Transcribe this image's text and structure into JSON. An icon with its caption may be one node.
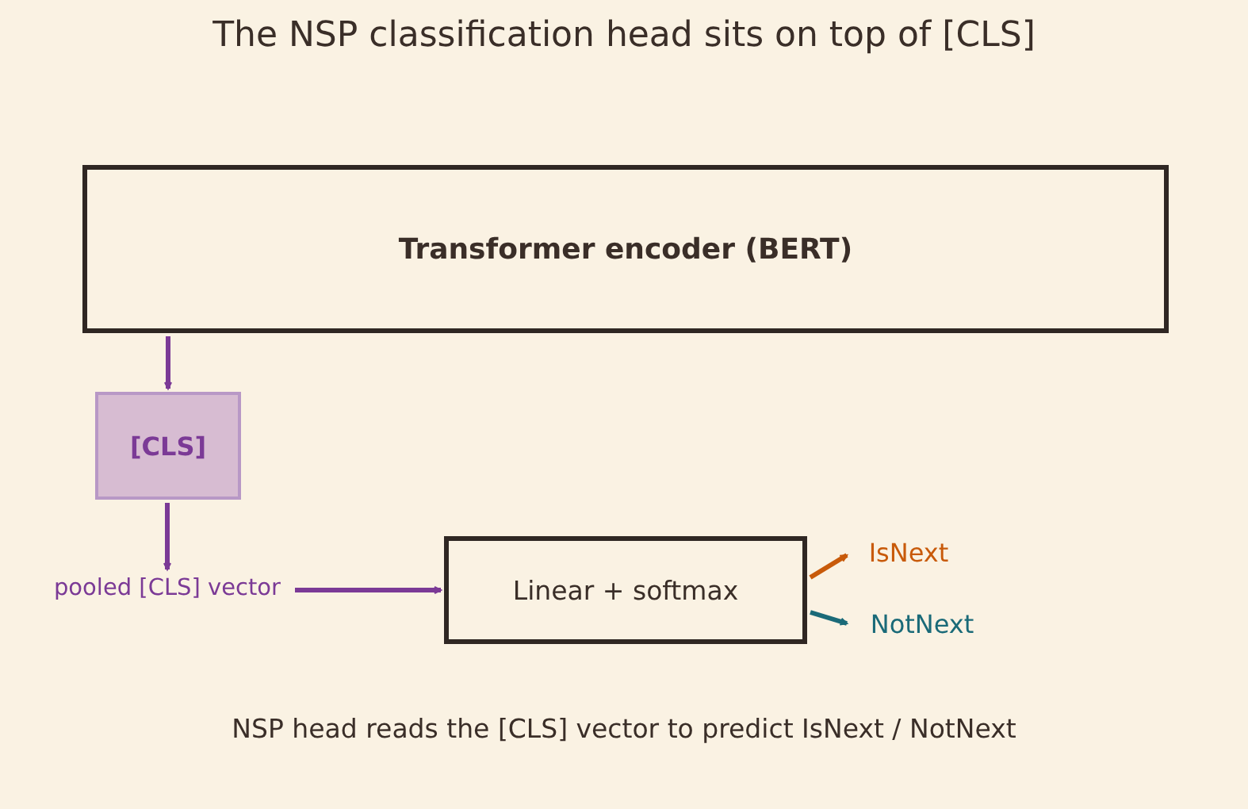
{
  "diagram": {
    "title": "The NSP classification head sits on top of [CLS]",
    "caption": "NSP head reads the [CLS] vector to predict IsNext / NotNext",
    "nodes": [
      {
        "text": [
          "Transformer encoder (BERT)"
        ]
      },
      {
        "text": [
          "[CLS]"
        ]
      },
      {
        "text": [
          "pooled [CLS] vector"
        ]
      },
      {
        "text": [
          "Linear + softmax"
        ]
      },
      {
        "text": [
          "IsNext"
        ]
      },
      {
        "text": [
          "NotNext"
        ]
      }
    ],
    "edges": [
      {
        "from": 0,
        "to": 1,
        "arrow": "to"
      },
      {
        "from": 1,
        "to": 2,
        "arrow": "to"
      },
      {
        "from": 2,
        "to": 3,
        "arrow": "to"
      },
      {
        "from": 3,
        "to": 4,
        "arrow": "to",
        "color": "#c85a0a"
      },
      {
        "from": 3,
        "to": 5,
        "arrow": "to",
        "color": "#1a6a78"
      }
    ]
  }
}
